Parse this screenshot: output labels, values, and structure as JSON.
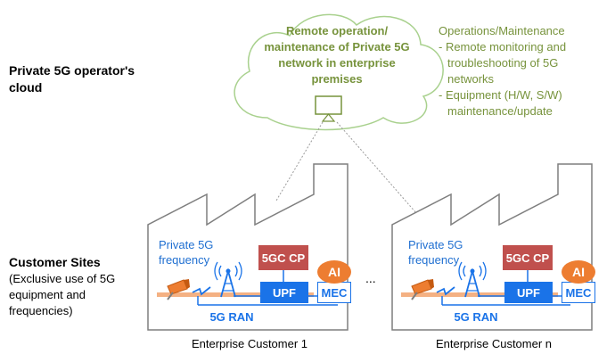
{
  "cloud_area": {
    "label": "Private 5G operator's cloud",
    "cloud_text": "Remote operation/ maintenance of Private 5G network in enterprise premises",
    "ops_title": "Operations/Maintenance",
    "ops_items": [
      "- Remote monitoring and troubleshooting of 5G networks",
      "- Equipment (H/W, S/W) maintenance/update"
    ]
  },
  "customer_area": {
    "label": "Customer Sites",
    "sublabel": "(Exclusive use of 5G equipment and frequencies)"
  },
  "sites": [
    {
      "name": "Enterprise Customer 1",
      "freq_label": "Private 5G frequency",
      "cp": "5GC CP",
      "upf": "UPF",
      "mec": "MEC",
      "ai": "AI",
      "ran": "5G RAN"
    },
    {
      "name": "Enterprise Customer n",
      "freq_label": "Private 5G frequency",
      "cp": "5GC CP",
      "upf": "UPF",
      "mec": "MEC",
      "ai": "AI",
      "ran": "5G RAN"
    }
  ],
  "ellipsis": "...",
  "colors": {
    "green": "#77933c",
    "blue": "#1a73e8",
    "red": "#c0504d",
    "orange": "#ed7d31"
  }
}
